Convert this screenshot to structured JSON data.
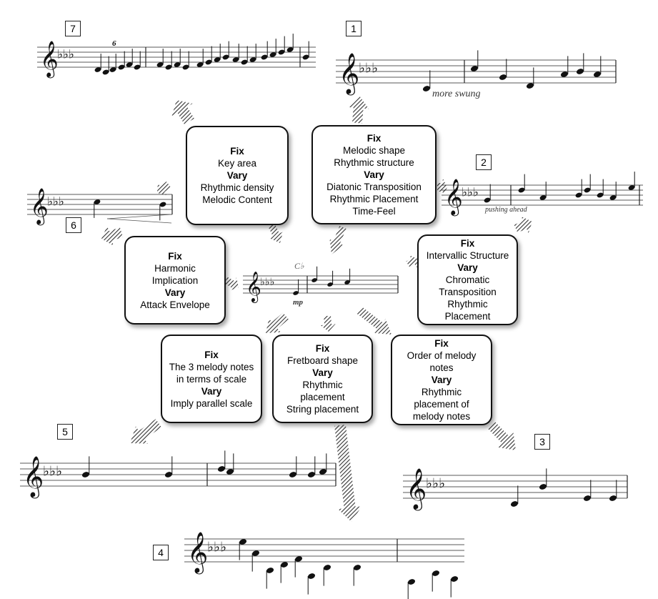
{
  "center": {
    "chord_symbol": "C♭",
    "dynamic": "mp"
  },
  "boxes": {
    "key_area": {
      "fix_heading": "Fix",
      "fix_lines": [
        "Key area"
      ],
      "vary_heading": "Vary",
      "vary_lines": [
        "Rhythmic density",
        "Melodic Content"
      ]
    },
    "melodic_shape": {
      "fix_heading": "Fix",
      "fix_lines": [
        "Melodic shape",
        "Rhythmic structure"
      ],
      "vary_heading": "Vary",
      "vary_lines": [
        "Diatonic Transposition",
        "Rhythmic Placement",
        "Time-Feel"
      ]
    },
    "harmonic": {
      "fix_heading": "Fix",
      "fix_lines": [
        "Harmonic",
        "Implication"
      ],
      "vary_heading": "Vary",
      "vary_lines": [
        "Attack Envelope"
      ]
    },
    "intervallic": {
      "fix_heading": "Fix",
      "fix_lines": [
        "Intervallic Structure"
      ],
      "vary_heading": "Vary",
      "vary_lines": [
        "Chromatic",
        "Transposition",
        "Rhythmic",
        "Placement"
      ]
    },
    "three_notes": {
      "fix_heading": "Fix",
      "fix_lines": [
        "The 3 melody notes",
        "in terms of scale"
      ],
      "vary_heading": "Vary",
      "vary_lines": [
        "Imply parallel scale"
      ]
    },
    "fretboard": {
      "fix_heading": "Fix",
      "fix_lines": [
        "Fretboard shape"
      ],
      "vary_heading": "Vary",
      "vary_lines": [
        "Rhythmic",
        "placement",
        "String placement"
      ]
    },
    "order": {
      "fix_heading": "Fix",
      "fix_lines": [
        "Order of melody",
        "notes"
      ],
      "vary_heading": "Vary",
      "vary_lines": [
        "Rhythmic",
        "placement of",
        "melody notes"
      ]
    }
  },
  "examples": {
    "ex1": {
      "number": "1",
      "caption": "more swung"
    },
    "ex2": {
      "number": "2",
      "caption": "pushing ahead"
    },
    "ex3": {
      "number": "3"
    },
    "ex4": {
      "number": "4"
    },
    "ex5": {
      "number": "5"
    },
    "ex6": {
      "number": "6"
    },
    "ex7": {
      "number": "7",
      "tuplet": "6"
    }
  }
}
